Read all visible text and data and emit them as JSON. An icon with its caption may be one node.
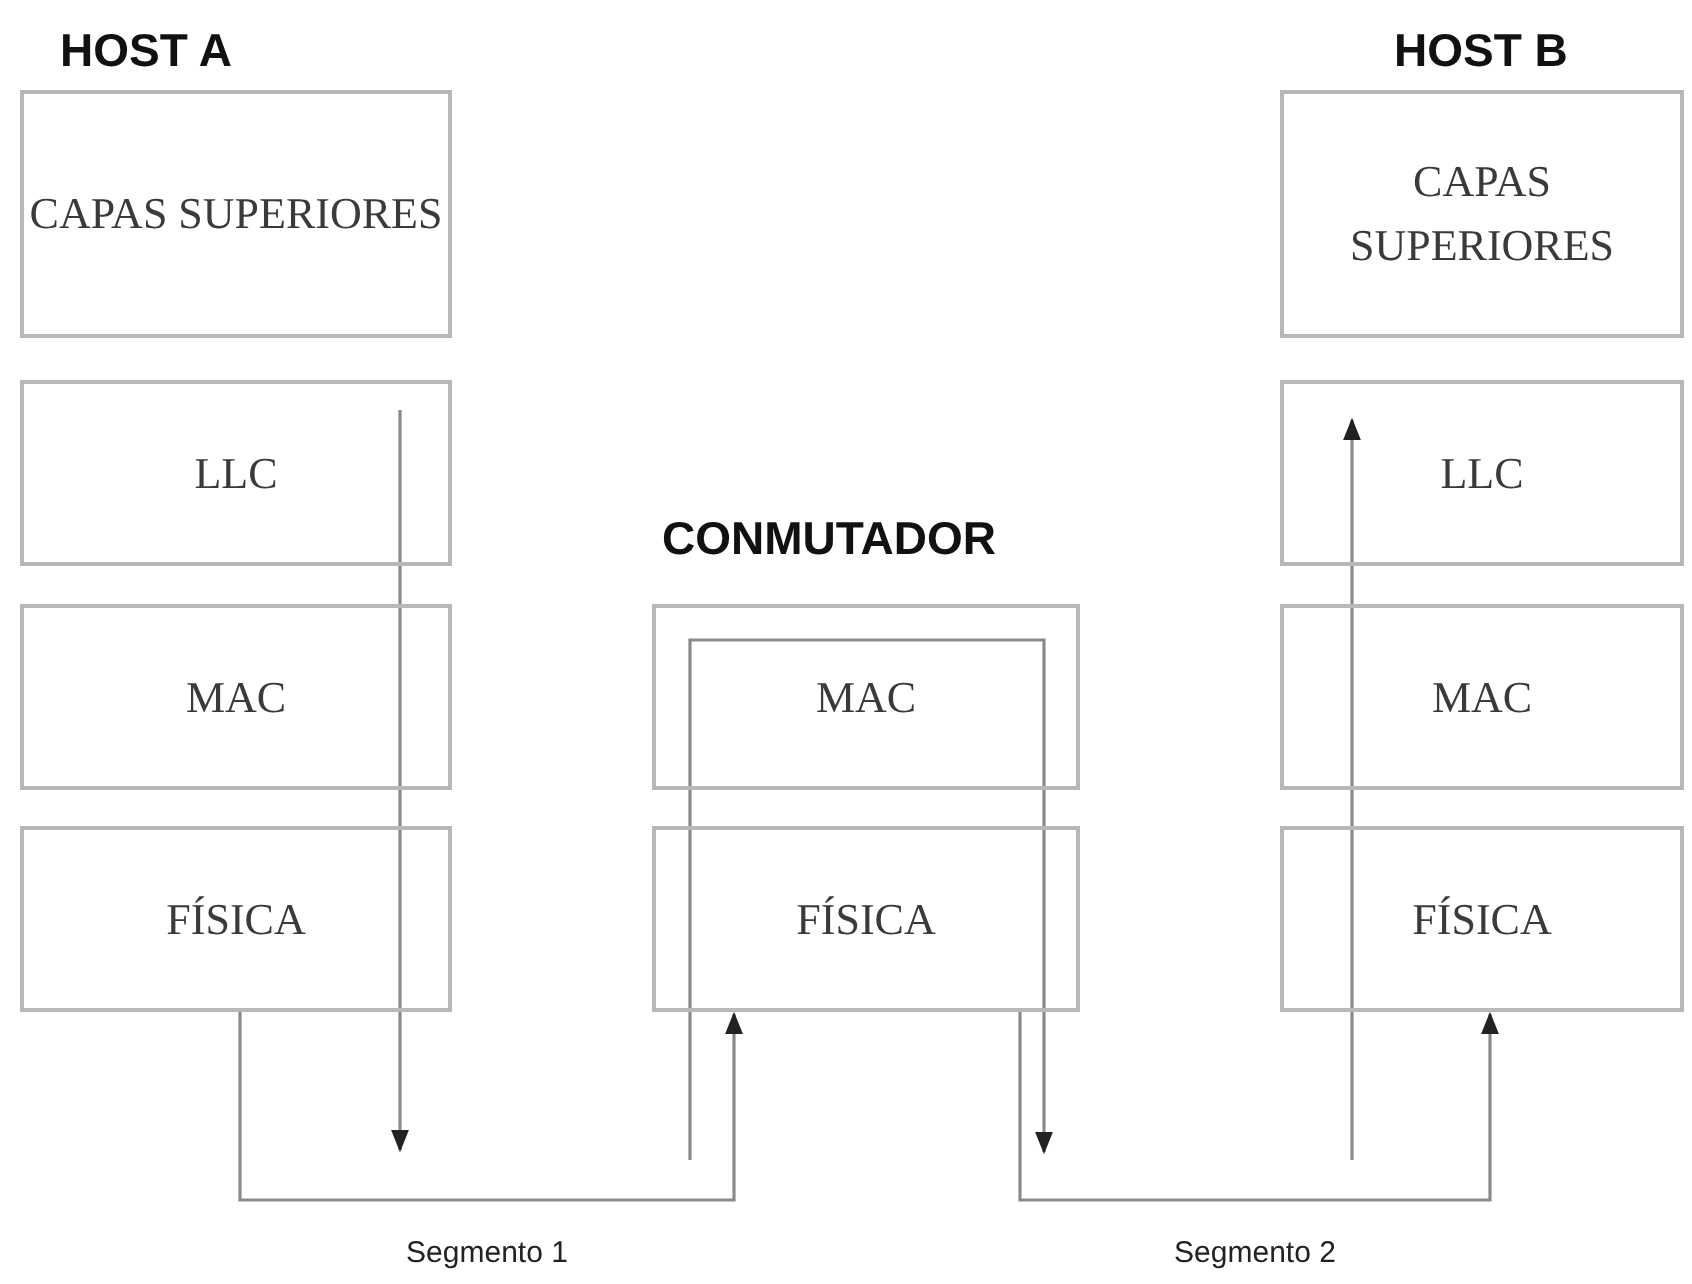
{
  "diagram": {
    "nodes": [
      {
        "text": [
          "CAPAS SUPERIORES"
        ]
      },
      {
        "text": [
          "LLC"
        ]
      },
      {
        "text": [
          "MAC"
        ]
      },
      {
        "text": [
          "FÍSICA"
        ]
      },
      {
        "text": [
          "MAC"
        ]
      },
      {
        "text": [
          "FÍSICA"
        ]
      },
      {
        "text": [
          "CAPAS SUPERIORES"
        ]
      },
      {
        "text": [
          "LLC"
        ]
      },
      {
        "text": [
          "MAC"
        ]
      },
      {
        "text": [
          "FÍSICA"
        ]
      }
    ],
    "edges": [
      {
        "from": 3,
        "to": 5,
        "arrow": "to",
        "label": "Segmento 1"
      },
      {
        "from": 5,
        "to": 9,
        "arrow": "to",
        "label": "Segmento 2"
      }
    ],
    "labels": [
      "HOST A",
      "HOST B",
      "CONMUTADOR"
    ]
  }
}
